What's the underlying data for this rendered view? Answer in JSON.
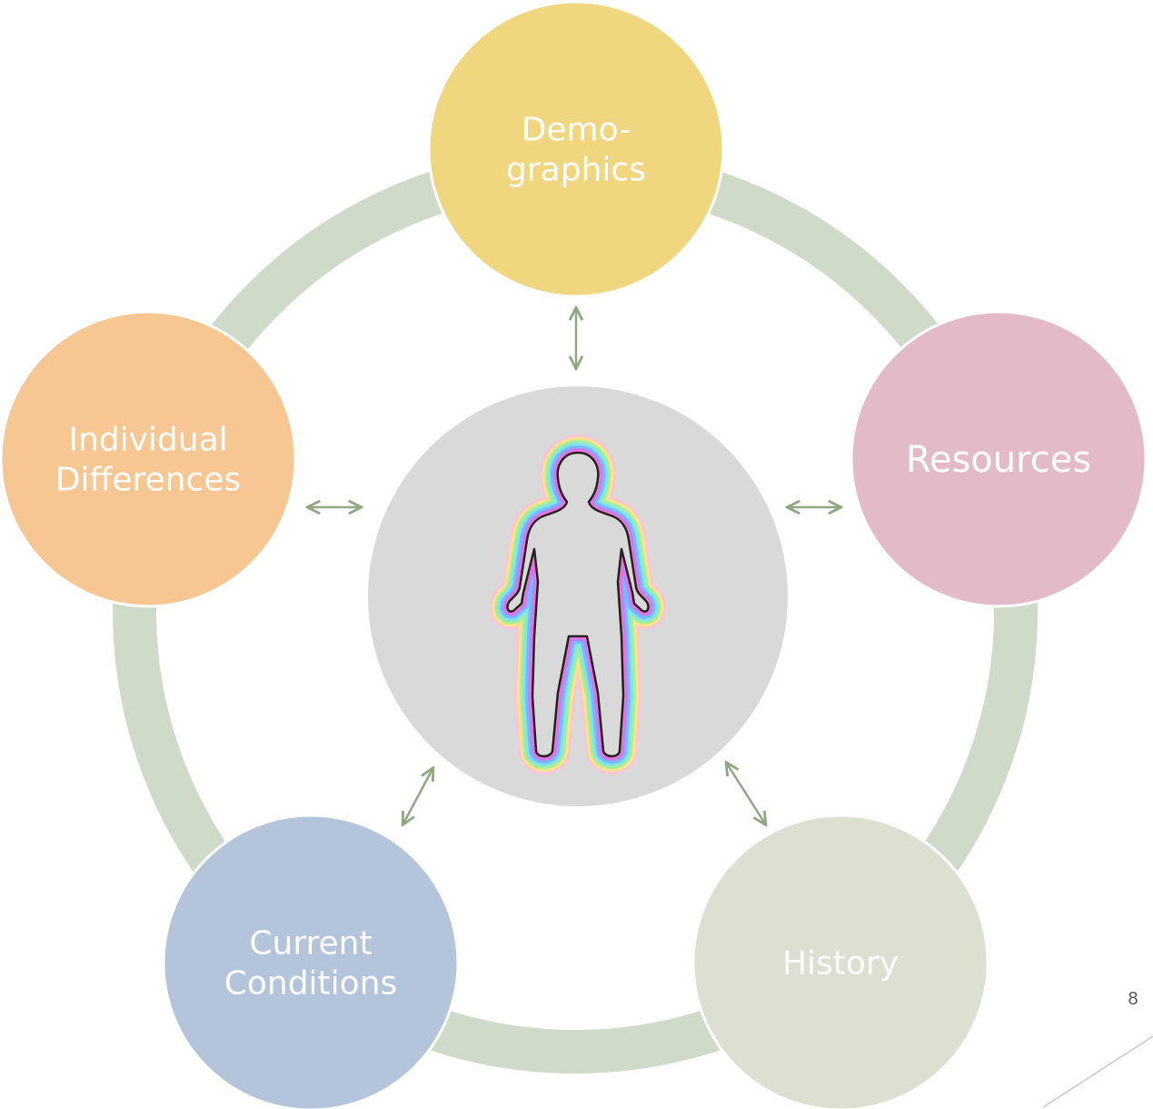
{
  "nodes": [
    {
      "id": "demographics",
      "lines": [
        "Demo-",
        "graphics"
      ],
      "color": "#f0d77f"
    },
    {
      "id": "resources",
      "lines": [
        "Resources"
      ],
      "color": "#e3bbc8"
    },
    {
      "id": "history",
      "lines": [
        "History"
      ],
      "color": "#dbe0d1"
    },
    {
      "id": "current-conditions",
      "lines": [
        "Current",
        "Conditions"
      ],
      "color": "#b4c4da"
    },
    {
      "id": "individual-differences",
      "lines": [
        "Individual",
        "Differences"
      ],
      "color": "#f6c793"
    }
  ],
  "center": {
    "figure": "human-body-aura-icon",
    "color": "#d9d9d9"
  },
  "ring_color": "#d0dac8",
  "arrow_color": "#8fa882",
  "slide_number": "8"
}
